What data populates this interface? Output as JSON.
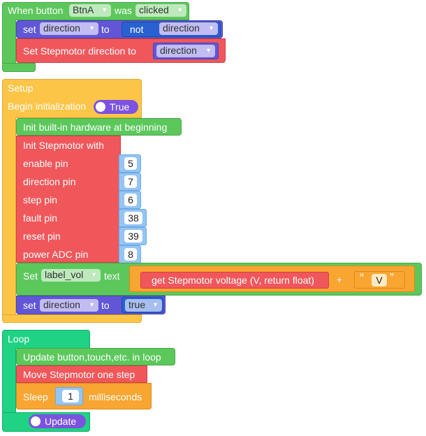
{
  "event_block": {
    "when_button_label": "When button",
    "button_name": "BtnA",
    "was_label": "was",
    "event_type": "clicked",
    "set_label": "set",
    "set_var": "direction",
    "to_label": "to",
    "not_label": "not",
    "not_var": "direction",
    "stepmotor_dir_label": "Set Stepmotor direction to",
    "stepmotor_dir_var": "direction"
  },
  "setup_block": {
    "title": "Setup",
    "begin_init_label": "Begin initialization",
    "begin_init_value": "True",
    "init_hw_label": "Init built-in hardware at beginning",
    "init_stepmotor_label": "Init Stepmotor with",
    "pins": [
      {
        "label": "enable pin",
        "value": "5"
      },
      {
        "label": "direction pin",
        "value": "7"
      },
      {
        "label": "step pin",
        "value": "6"
      },
      {
        "label": "fault pin",
        "value": "38"
      },
      {
        "label": "reset pin",
        "value": "39"
      },
      {
        "label": "power ADC pin",
        "value": "8"
      }
    ],
    "set_label_prefix": "Set",
    "label_name": "label_vol",
    "text_label": "text",
    "get_voltage_label": "get Stepmotor voltage (V, return float)",
    "plus_label": "+",
    "quote_open": "“",
    "string_value": "V",
    "quote_close": "”",
    "set_label": "set",
    "set_var": "direction",
    "to_label": "to",
    "set_value": "true"
  },
  "loop_block": {
    "title": "Loop",
    "update_label": "Update button,touch,etc. in loop",
    "move_label": "Move Stepmotor one step",
    "sleep_label": "Sleep",
    "sleep_value": "1",
    "ms_label": "milliseconds",
    "update_toggle_label": "Update"
  }
}
